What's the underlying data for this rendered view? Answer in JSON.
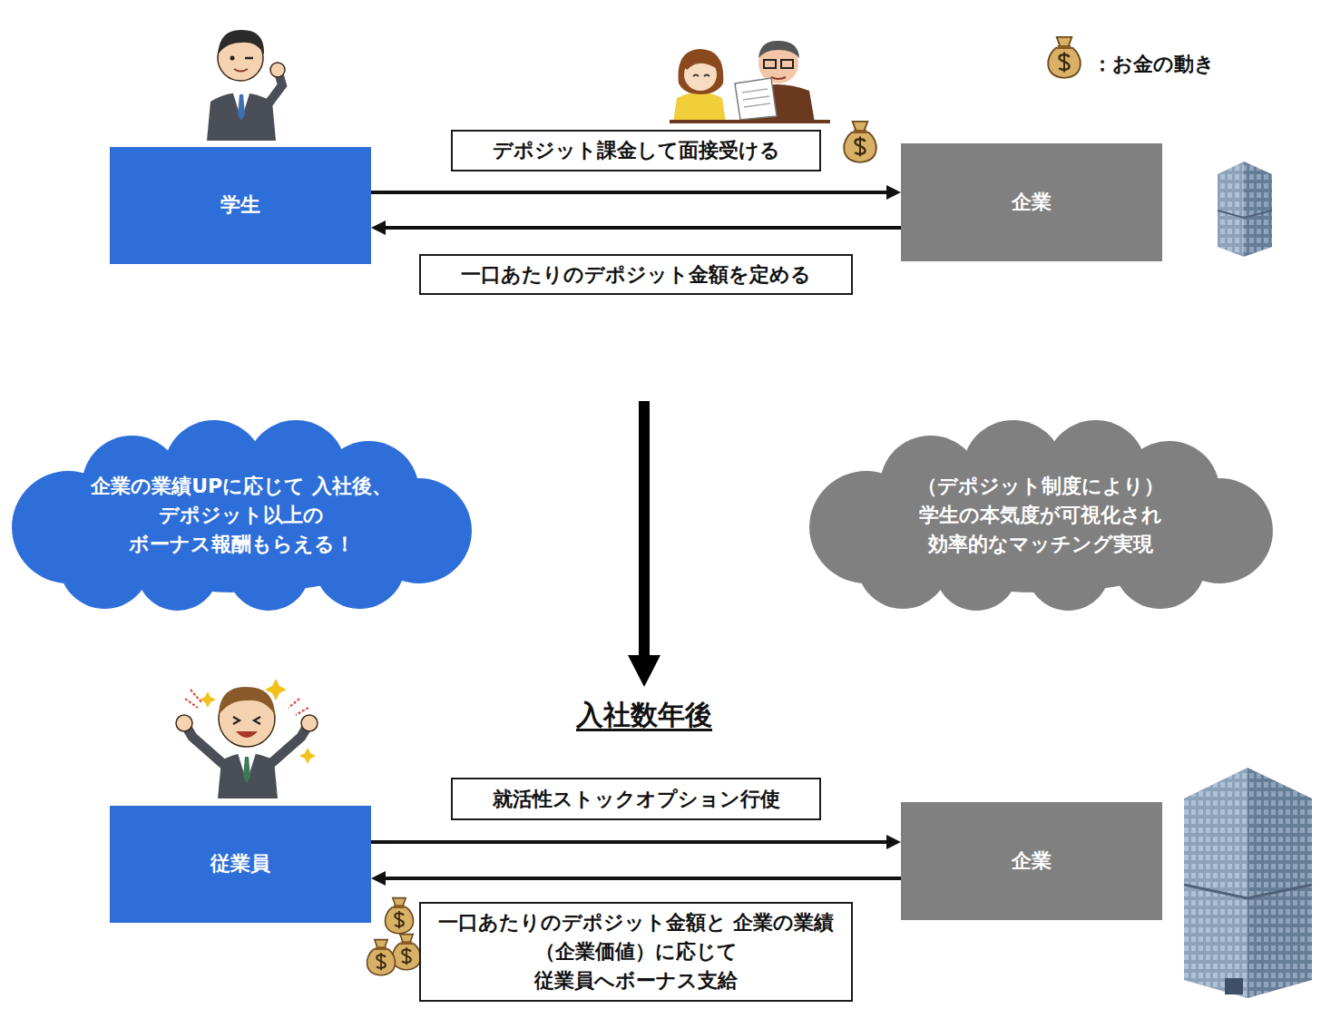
{
  "diagram": {
    "nodes": [
      {
        "text": [
          "学生"
        ]
      },
      {
        "text": [
          "企業"
        ]
      },
      {
        "text": [
          "企業の業績UPに応じて 入社後、デポジット以上の ボーナス報酬もらえる！"
        ]
      },
      {
        "text": [
          "（デポジット制度により） 学生の本気度が可視化され 効率的なマッチング実現"
        ]
      },
      {
        "text": [
          "従業員"
        ]
      },
      {
        "text": [
          "企業"
        ]
      }
    ],
    "edges": [
      {
        "from": 0,
        "to": 1,
        "arrow": "to",
        "label": "デポジット課金して面接受ける"
      },
      {
        "from": 1,
        "to": 0,
        "arrow": "to",
        "label": "一口あたりのデポジット金額を定める"
      },
      {
        "from": 4,
        "to": 5,
        "arrow": "to",
        "label": "就活性ストックオプション行使"
      },
      {
        "from": 5,
        "to": 4,
        "arrow": "to",
        "label": "一口あたりのデポジット金額と 企業の業績（企業価値）に応じて 従業員へボーナス支給"
      }
    ],
    "labels": [
      "入社数年後"
    ],
    "legend": [
      {
        "text": "：お金の動き"
      }
    ]
  }
}
